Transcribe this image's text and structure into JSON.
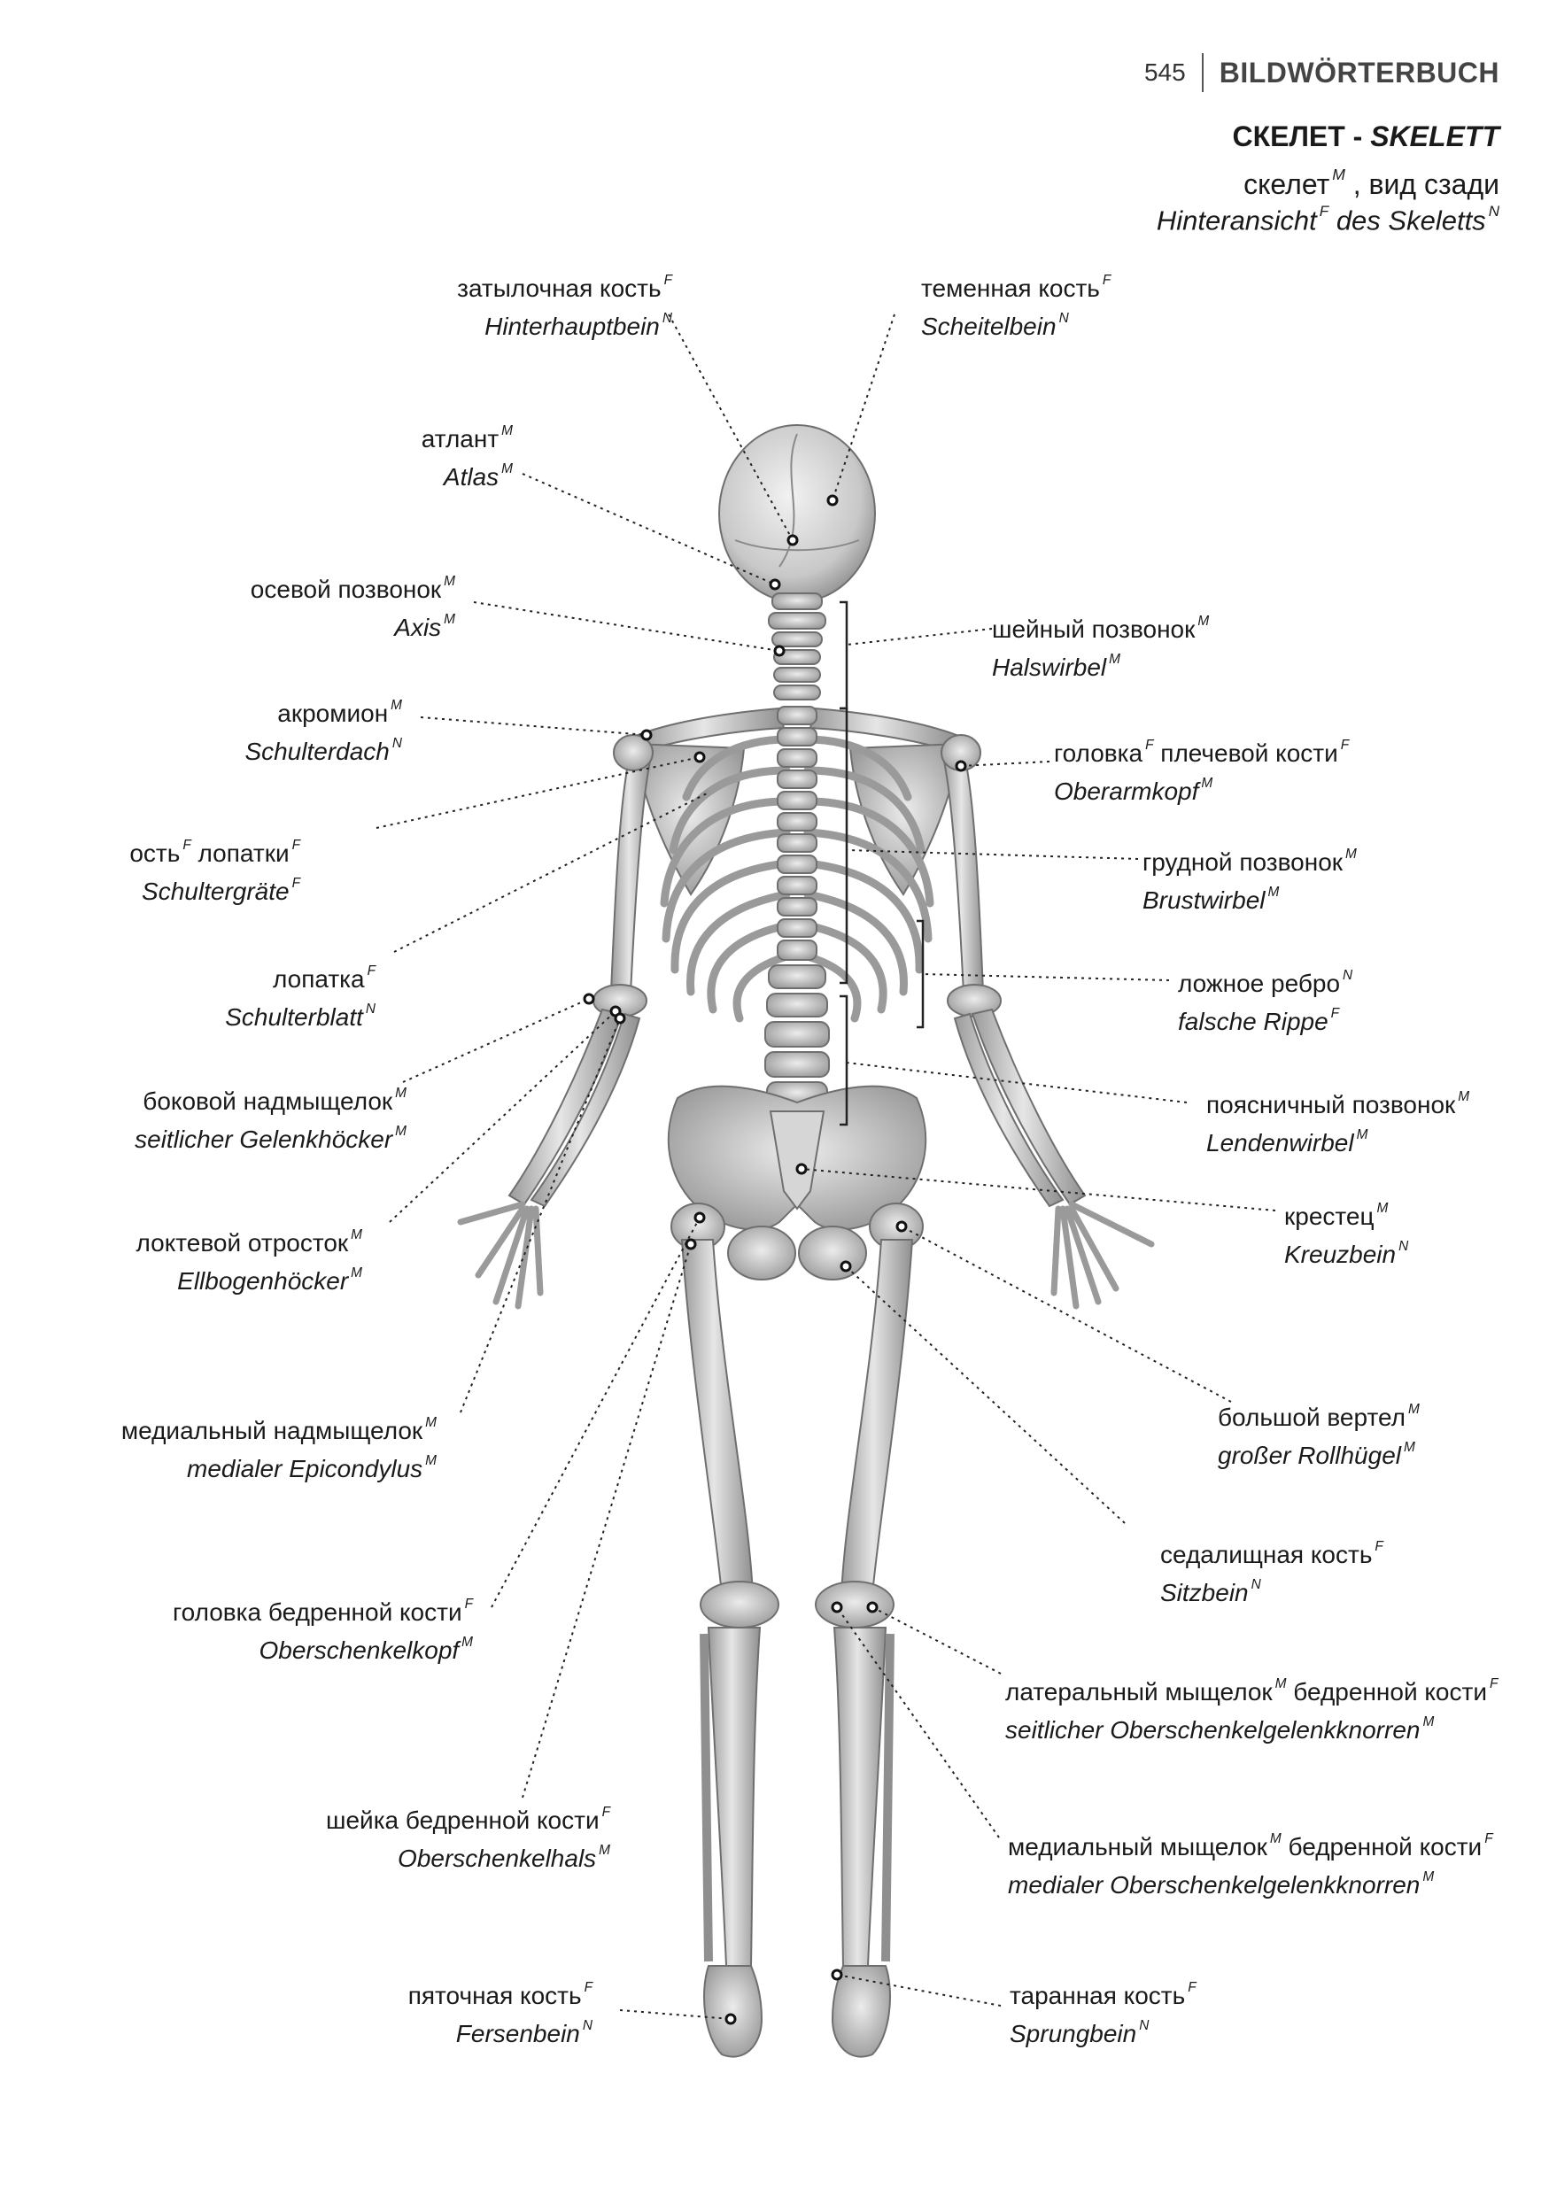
{
  "header": {
    "page_number": "545",
    "book_title": "BILDWÖRTERBUCH"
  },
  "title": {
    "ru": "СКЕЛЕТ",
    "separator": " - ",
    "de": "SKELETT",
    "subtitle_ru": "скелет",
    "subtitle_ru_gender": "M",
    "subtitle_ru_rest": " , вид сзади",
    "subtitle_de_1": "Hinteransicht",
    "subtitle_de_1_gender": "F",
    "subtitle_de_2": " des Skeletts",
    "subtitle_de_2_gender": "N"
  },
  "labels": [
    {
      "id": "occipital",
      "ru": "затылочная кость",
      "ru_g": "F",
      "de": "Hinterhauptbein",
      "de_g": "N"
    },
    {
      "id": "parietal",
      "ru": "теменная кость",
      "ru_g": "F",
      "de": "Scheitelbein",
      "de_g": "N"
    },
    {
      "id": "atlas",
      "ru": "атлант",
      "ru_g": "M",
      "de": "Atlas",
      "de_g": "M"
    },
    {
      "id": "axis",
      "ru": "осевой позвонок",
      "ru_g": "M",
      "de": "Axis",
      "de_g": "M"
    },
    {
      "id": "cervical",
      "ru": "шейный позвонок",
      "ru_g": "M",
      "de": "Halswirbel",
      "de_g": "M"
    },
    {
      "id": "acromion",
      "ru": "акромион",
      "ru_g": "M",
      "de": "Schulterdach",
      "de_g": "N"
    },
    {
      "id": "humerus-head",
      "ru": "головка",
      "ru_g": "F",
      "ru2": " плечевой кости",
      "ru2_g": "F",
      "de": "Oberarmkopf",
      "de_g": "M"
    },
    {
      "id": "spine-scapula",
      "ru": "ость",
      "ru_g": "F",
      "ru2": " лопатки",
      "ru2_g": "F",
      "de": "Schultergräte",
      "de_g": "F"
    },
    {
      "id": "thoracic",
      "ru": "грудной позвонок",
      "ru_g": "M",
      "de": "Brustwirbel",
      "de_g": "M"
    },
    {
      "id": "scapula",
      "ru": "лопатка",
      "ru_g": "F",
      "de": "Schulterblatt",
      "de_g": "N"
    },
    {
      "id": "false-rib",
      "ru": "ложное ребро",
      "ru_g": "N",
      "de": "falsche Rippe",
      "de_g": "F"
    },
    {
      "id": "lateral-epicondyle",
      "ru": "боковой надмыщелок",
      "ru_g": "M",
      "de": "seitlicher Gelenkhöcker",
      "de_g": "M"
    },
    {
      "id": "lumbar",
      "ru": "поясничный позвонок",
      "ru_g": "M",
      "de": "Lendenwirbel",
      "de_g": "M"
    },
    {
      "id": "olecranon",
      "ru": "локтевой отросток",
      "ru_g": "M",
      "de": "Ellbogenhöcker",
      "de_g": "M"
    },
    {
      "id": "sacrum",
      "ru": "крестец",
      "ru_g": "M",
      "de": "Kreuzbein",
      "de_g": "N"
    },
    {
      "id": "medial-epicondyle",
      "ru": "медиальный надмыщелок",
      "ru_g": "M",
      "de": "medialer Epicondylus",
      "de_g": "M"
    },
    {
      "id": "trochanter",
      "ru": "большой вертел",
      "ru_g": "M",
      "de": "großer Rollhügel",
      "de_g": "M"
    },
    {
      "id": "ischium",
      "ru": "седалищная кость",
      "ru_g": "F",
      "de": "Sitzbein",
      "de_g": "N"
    },
    {
      "id": "femur-head",
      "ru": "головка бедренной кости",
      "ru_g": "F",
      "de": "Oberschenkelkopf",
      "de_g": "M"
    },
    {
      "id": "lateral-condyle",
      "ru": "латеральный мыщелок",
      "ru_g": "M",
      "ru2": " бедренной кости",
      "ru2_g": "F",
      "de": "seitlicher Oberschenkelgelenkknorren",
      "de_g": "M"
    },
    {
      "id": "femur-neck",
      "ru": "шейка бедренной кости",
      "ru_g": "F",
      "de": "Oberschenkelhals",
      "de_g": "M"
    },
    {
      "id": "medial-condyle",
      "ru": "медиальный мыщелок",
      "ru_g": "M",
      "ru2": " бедренной кости",
      "ru2_g": "F",
      "de": "medialer Oberschenkelgelenkknorren",
      "de_g": "M"
    },
    {
      "id": "calcaneus",
      "ru": "пяточная кость",
      "ru_g": "F",
      "de": "Fersenbein",
      "de_g": "N"
    },
    {
      "id": "talus",
      "ru": "таранная кость",
      "ru_g": "F",
      "de": "Sprungbein",
      "de_g": "N"
    }
  ]
}
